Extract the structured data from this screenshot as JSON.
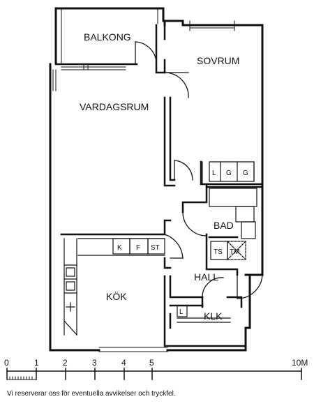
{
  "rooms": {
    "balcony": "BALKONG",
    "bedroom": "SOVRUM",
    "living_room": "VARDAGSRUM",
    "bathroom": "BAD",
    "hall": "HALL",
    "kitchen": "KÖK",
    "closet": "KLK"
  },
  "fixtures": {
    "wardrobe_1": "L",
    "wardrobe_2": "G",
    "wardrobe_3": "G",
    "fridge": "K",
    "freezer": "F",
    "stove": "ST",
    "washer": "TS",
    "dryer": "TM",
    "closet_shelf": "L"
  },
  "scale": {
    "ticks": [
      "0",
      "1",
      "2",
      "3",
      "4",
      "5",
      "10M"
    ]
  },
  "disclaimer": "Vi reserverar oss för eventuella avvikelser och tryckfel."
}
